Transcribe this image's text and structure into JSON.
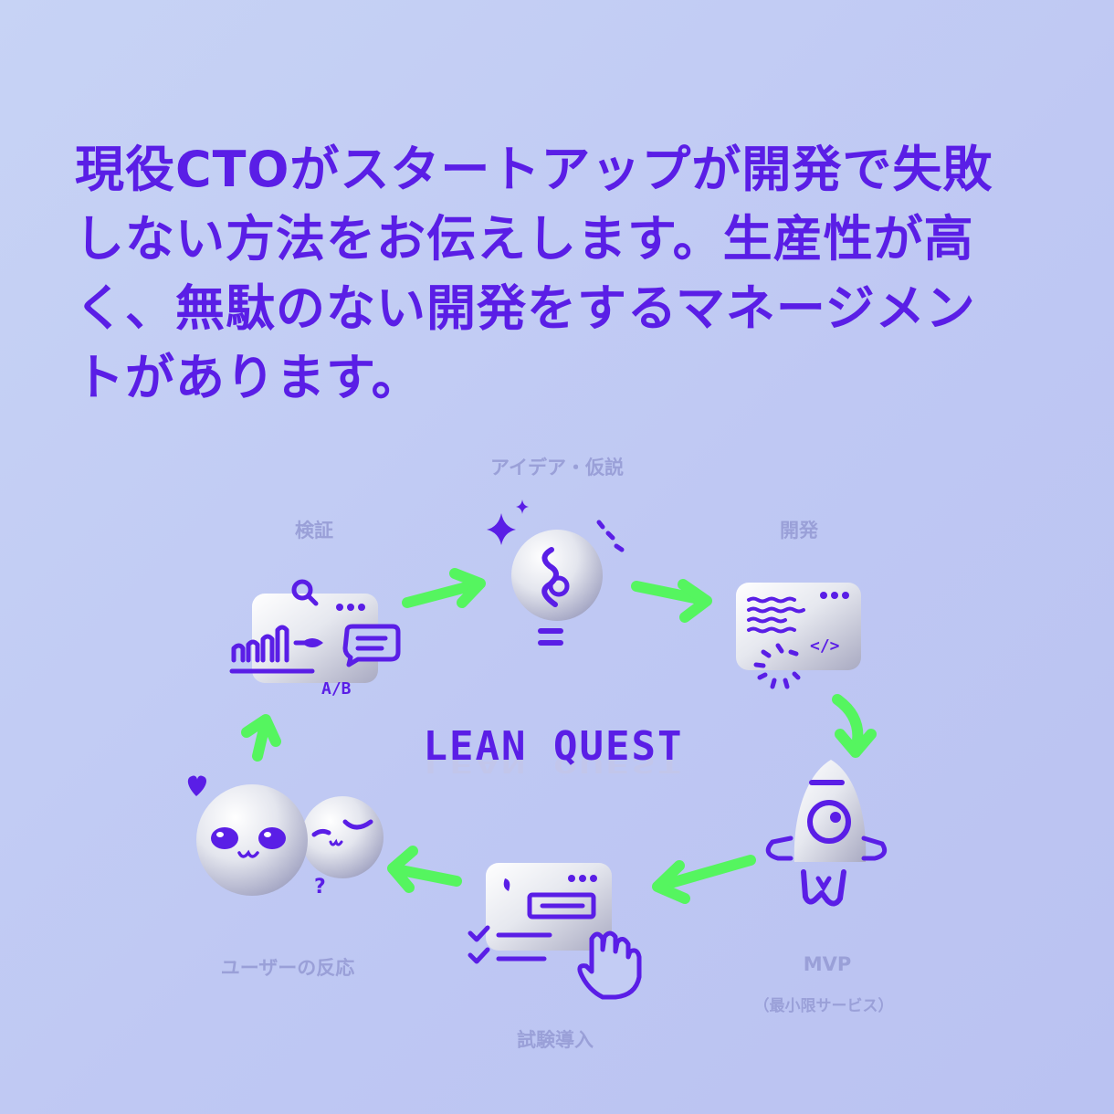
{
  "headline": {
    "lines": [
      "現役CTOがスタートアップが開発で失敗",
      "しない方法をお伝えします。生産性が高",
      "く、無駄のない開発をするマネージメン",
      "トがあります。"
    ]
  },
  "cycle": {
    "brand": "LEAN QUEST",
    "steps": {
      "idea": "アイデア・仮説",
      "develop": "開発",
      "mvp": "MVP",
      "mvp_sub": "（最小限サービス）",
      "trial": "試験導入",
      "user_reaction": "ユーザーの反応",
      "verify": "検証"
    },
    "ab_text": "A/B",
    "question_mark": "?",
    "code_tag": "</>"
  },
  "colors": {
    "accent": "#5a1ee6",
    "arrow": "#55f55f",
    "label": "#9aa0d8",
    "background": "#c3ccf4"
  },
  "icons": [
    "sparkle-icon",
    "lightbulb-icon",
    "code-window-icon",
    "rocket-icon",
    "browser-window-icon",
    "hand-cursor-icon",
    "checklist-icon",
    "face-icon",
    "heart-icon",
    "analytics-icon",
    "search-icon",
    "chat-bubble-icon"
  ]
}
